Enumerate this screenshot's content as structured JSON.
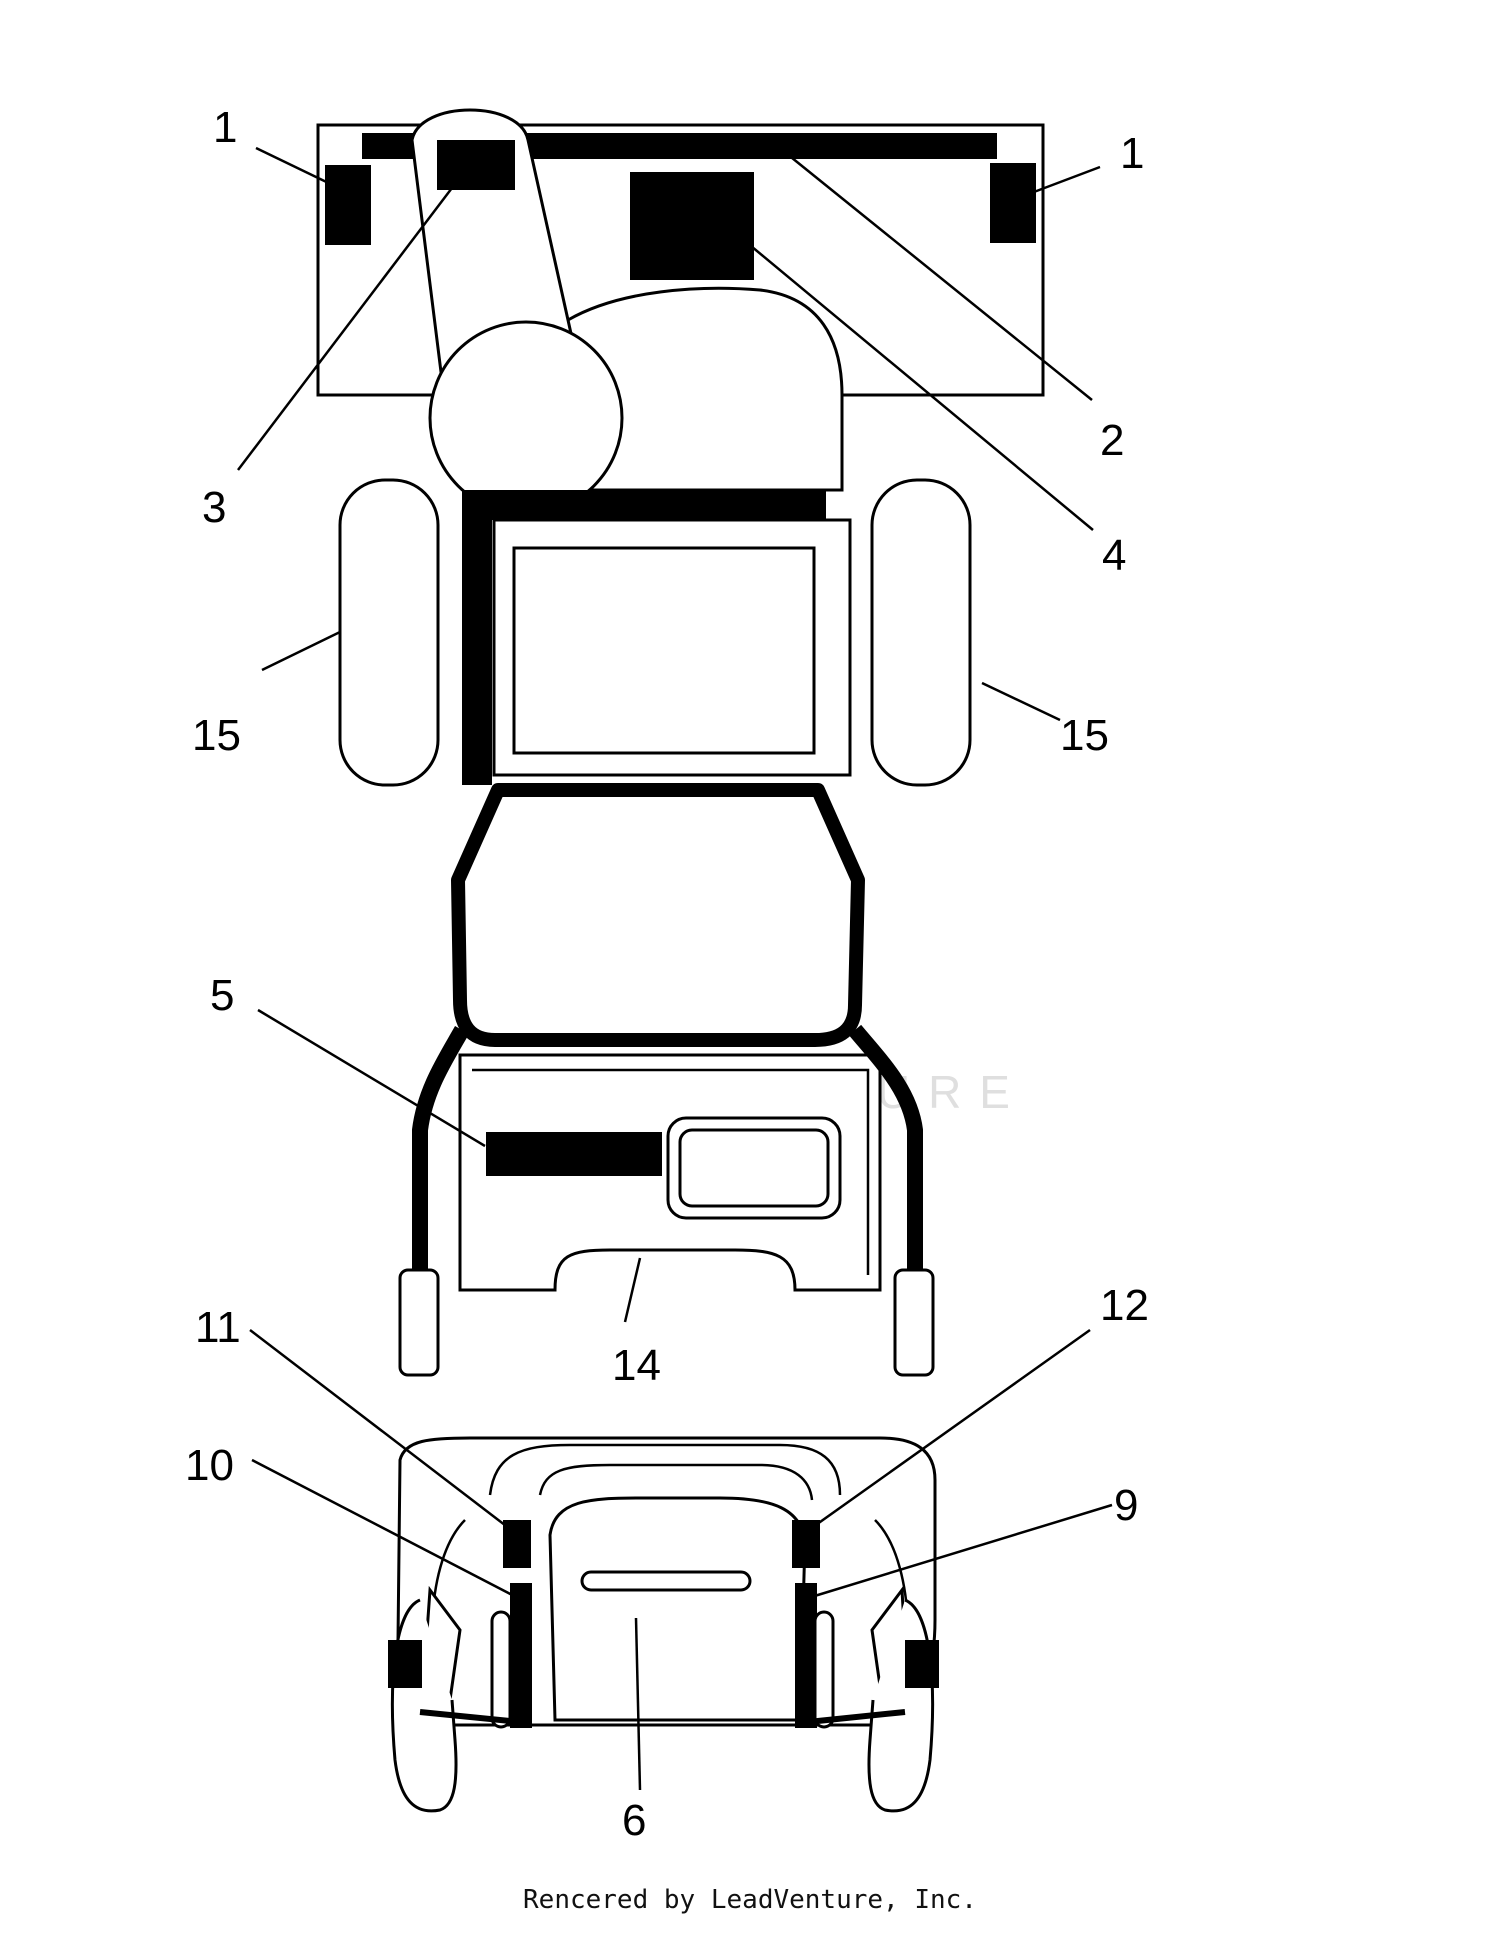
{
  "callouts": {
    "c1_left": "1",
    "c1_right": "1",
    "c2": "2",
    "c3": "3",
    "c4": "4",
    "c5": "5",
    "c6": "6",
    "c9": "9",
    "c10": "10",
    "c11": "11",
    "c12": "12",
    "c14": "14",
    "c15_left": "15",
    "c15_right": "15"
  },
  "watermark": {
    "text": "LEADVENTURE"
  },
  "footer": {
    "credit": "Rencered by LeadVenture, Inc."
  }
}
